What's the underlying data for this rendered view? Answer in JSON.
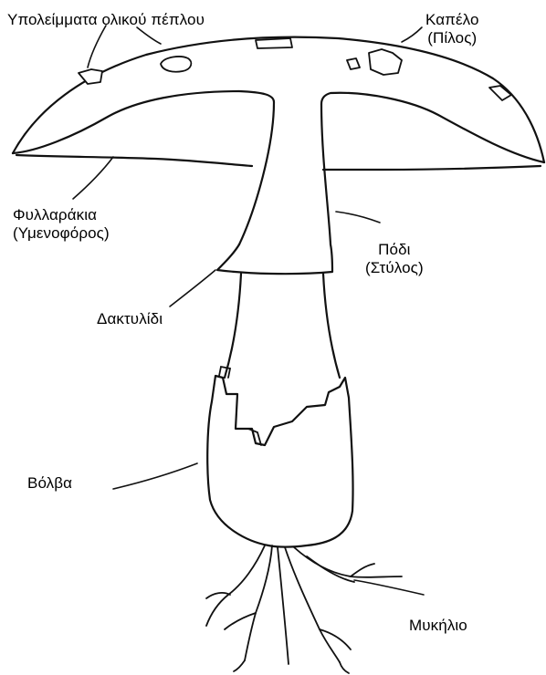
{
  "labels": {
    "remnants": "Υπολείμματα ολικού πέπλου",
    "cap_line1": "Καπέλο",
    "cap_line2": "(Πίλος)",
    "gills_line1": "Φυλλαράκια",
    "gills_line2": "(Υμενοφόρος)",
    "stem_line1": "Πόδι",
    "stem_line2": "(Στύλος)",
    "ring": "Δακτυλίδι",
    "volva": "Βόλβα",
    "mycelium": "Μυκήλιο"
  },
  "colors": {
    "background": "#ffffff",
    "ink": "#111111"
  }
}
